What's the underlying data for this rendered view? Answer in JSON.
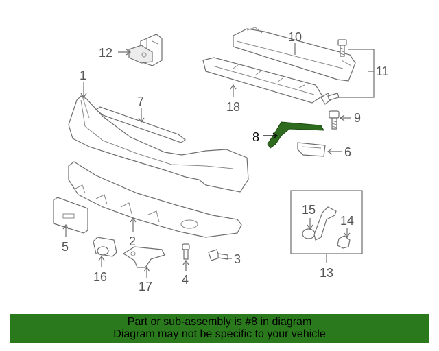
{
  "diagram": {
    "callouts": {
      "c1": "1",
      "c2": "2",
      "c3": "3",
      "c4": "4",
      "c5": "5",
      "c6": "6",
      "c7": "7",
      "c8": "8",
      "c9": "9",
      "c10": "10",
      "c11": "11",
      "c12": "12",
      "c13": "13",
      "c14": "14",
      "c15": "15",
      "c16": "16",
      "c17": "17",
      "c18": "18"
    },
    "highlighted_part": "8",
    "highlight_color": "#2f6b1e"
  },
  "footer": {
    "line1": "Part or sub-assembly is #8 in diagram",
    "line2": "Diagram may not be specific to your vehicle",
    "background": "#2a7a1d"
  }
}
